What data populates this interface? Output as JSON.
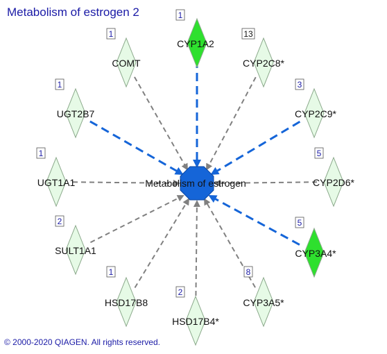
{
  "title": "Metabolism of estrogen 2",
  "copyright": "© 2000-2020 QIAGEN. All rights reserved.",
  "center": {
    "label": "Metabolism of estrogen",
    "color": "#1565d8"
  },
  "colors": {
    "strong": "#2ee02e",
    "weak": "#e6fae6",
    "blue_edge": "#1565d8",
    "gray_edge": "#808080"
  },
  "nodes": [
    {
      "id": "cyp1a2",
      "label": "CYP1A2",
      "count": "1",
      "color": "strong",
      "edge": "blue"
    },
    {
      "id": "cyp2c8",
      "label": "CYP2C8*",
      "count": "13",
      "color": "weak",
      "edge": "gray"
    },
    {
      "id": "cyp2c9",
      "label": "CYP2C9*",
      "count": "3",
      "color": "weak",
      "edge": "blue"
    },
    {
      "id": "cyp2d6",
      "label": "CYP2D6*",
      "count": "5",
      "color": "weak",
      "edge": "gray"
    },
    {
      "id": "cyp3a4",
      "label": "CYP3A4*",
      "count": "5",
      "color": "strong",
      "edge": "blue"
    },
    {
      "id": "cyp3a5",
      "label": "CYP3A5*",
      "count": "8",
      "color": "weak",
      "edge": "gray"
    },
    {
      "id": "hsd17b4",
      "label": "HSD17B4*",
      "count": "2",
      "color": "weak",
      "edge": "gray"
    },
    {
      "id": "hsd17b8",
      "label": "HSD17B8",
      "count": "1",
      "color": "weak",
      "edge": "gray"
    },
    {
      "id": "sult1a1",
      "label": "SULT1A1",
      "count": "2",
      "color": "weak",
      "edge": "gray"
    },
    {
      "id": "ugt1a1",
      "label": "UGT1A1",
      "count": "1",
      "color": "weak",
      "edge": "gray"
    },
    {
      "id": "ugt2b7",
      "label": "UGT2B7",
      "count": "1",
      "color": "weak",
      "edge": "blue"
    },
    {
      "id": "comt",
      "label": "COMT",
      "count": "1",
      "color": "weak",
      "edge": "gray"
    }
  ]
}
